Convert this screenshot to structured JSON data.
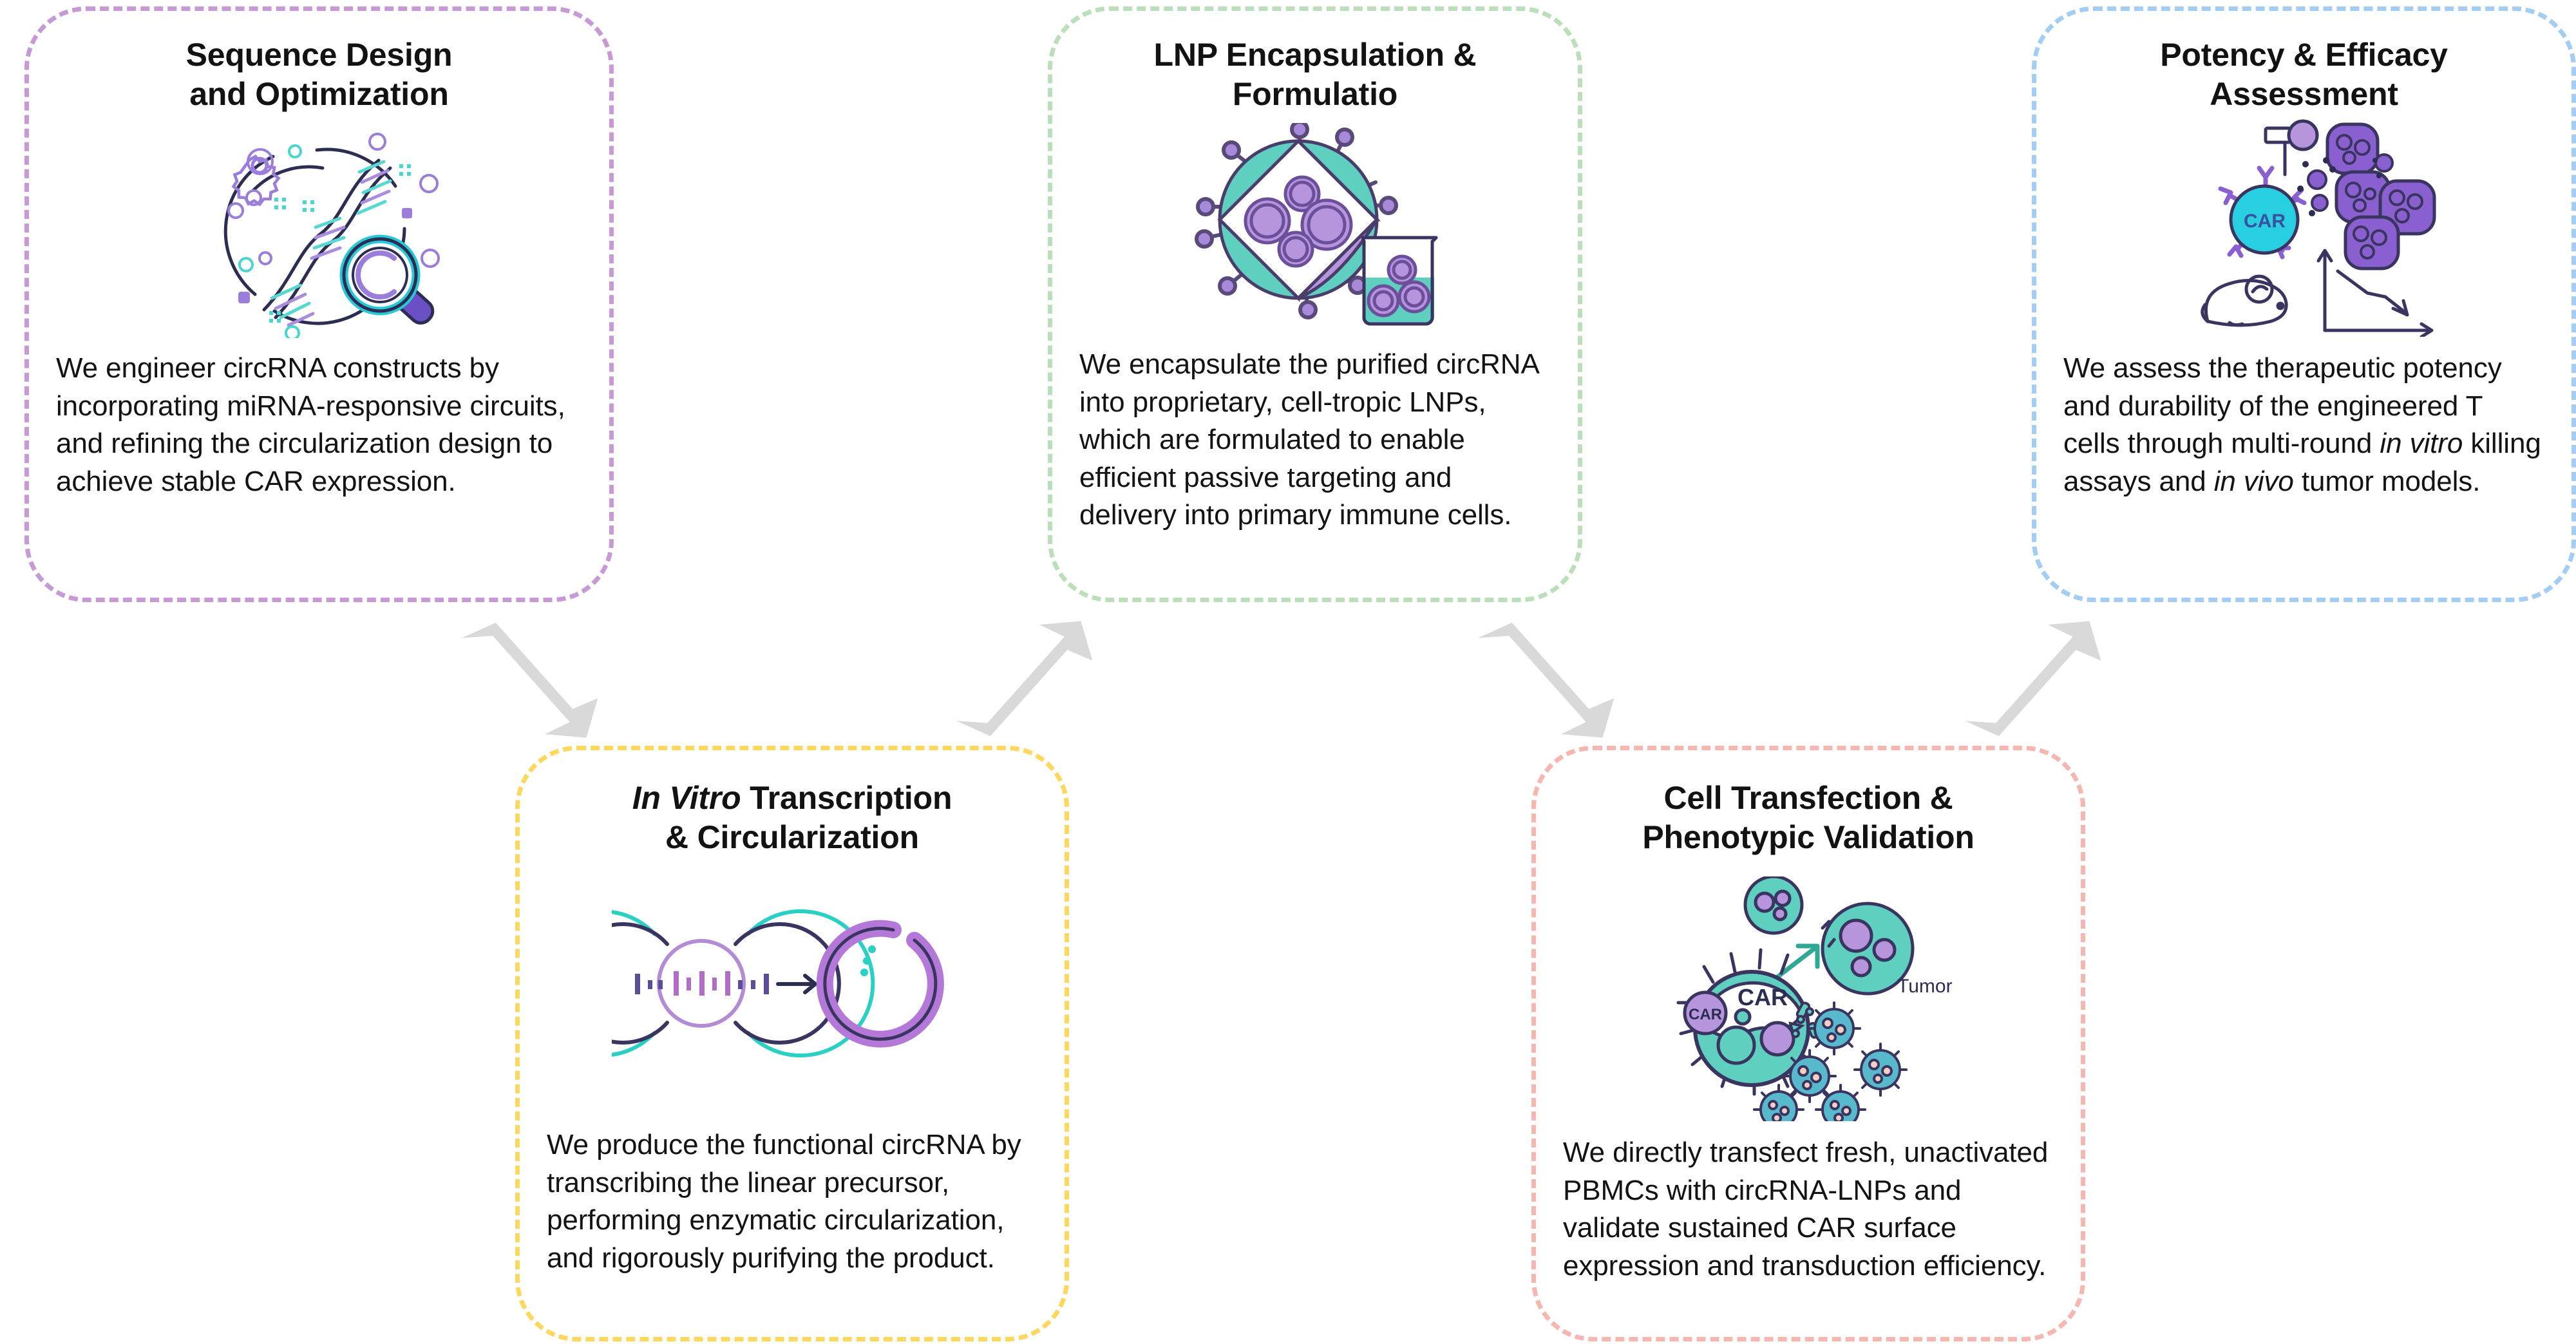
{
  "diagram": {
    "type": "five-step-zigzag-workflow",
    "arrow_color": "#d9d9d9",
    "cards": [
      {
        "id": "sequence-design",
        "title": "Sequence Design\nand Optimization",
        "title_italic_prefix": "",
        "body": "We engineer circRNA constructs by incorporating miRNA-responsive circuits, and refining the circularization design to achieve stable CAR expression.",
        "border_color": "#c79ad6",
        "icon_name": "dna-circle-magnifier-icon"
      },
      {
        "id": "ivt-circularization",
        "title_italic_prefix": "In Vitro",
        "title": " Transcription\n& Circularization",
        "body": "We produce the functional circRNA by transcribing the linear precursor, performing enzymatic circularization, and rigorously purifying the product.",
        "border_color": "#fcd85f",
        "icon_name": "linear-to-circular-rna-icon"
      },
      {
        "id": "lnp-encapsulation",
        "title": "LNP Encapsulation &\nFormulatio",
        "title_italic_prefix": "",
        "body": "We encapsulate the purified circRNA into proprietary, cell-tropic LNPs, which are formulated to enable efficient passive targeting and delivery into primary immune cells.",
        "border_color": "#bcdfbb",
        "icon_name": "lipid-nanoparticle-beaker-icon"
      },
      {
        "id": "cell-transfection",
        "title": "Cell Transfection &\nPhenotypic Validation",
        "title_italic_prefix": "",
        "body": "We directly transfect fresh, unactivated PBMCs with circRNA-LNPs and validate sustained CAR surface expression and transduction efficiency.",
        "border_color": "#f5b7af",
        "icon_name": "car-t-cell-tumor-icon",
        "icon_labels": [
          "CAR",
          "CAR",
          "Tumor"
        ]
      },
      {
        "id": "potency-efficacy",
        "title": "Potency & Efficacy\nAssessment",
        "title_italic_prefix": "",
        "body_part1": "We assess the therapeutic potency and durability of the engineered T cells through multi-round ",
        "body_italic1": "in vitro",
        "body_part2": " killing assays and ",
        "body_italic2": "in vivo",
        "body_part3": " tumor models.",
        "border_color": "#a3cdf2",
        "icon_name": "car-t-mouse-tumor-curve-icon",
        "icon_labels": [
          "CAR"
        ]
      }
    ],
    "arrows": [
      {
        "id": "arrow-1",
        "direction": "down-right",
        "from": "sequence-design",
        "to": "ivt-circularization"
      },
      {
        "id": "arrow-2",
        "direction": "up-right",
        "from": "ivt-circularization",
        "to": "lnp-encapsulation"
      },
      {
        "id": "arrow-3",
        "direction": "down-right",
        "from": "lnp-encapsulation",
        "to": "cell-transfection"
      },
      {
        "id": "arrow-4",
        "direction": "up-right",
        "from": "cell-transfection",
        "to": "potency-efficacy"
      }
    ],
    "palette": {
      "teal": "#5fcfc0",
      "purple": "#9b7ddb",
      "light_purple": "#b795dd",
      "dark_navy": "#2b2d52",
      "cyan": "#28c8d8",
      "deep_purple": "#6b4fc4"
    }
  }
}
